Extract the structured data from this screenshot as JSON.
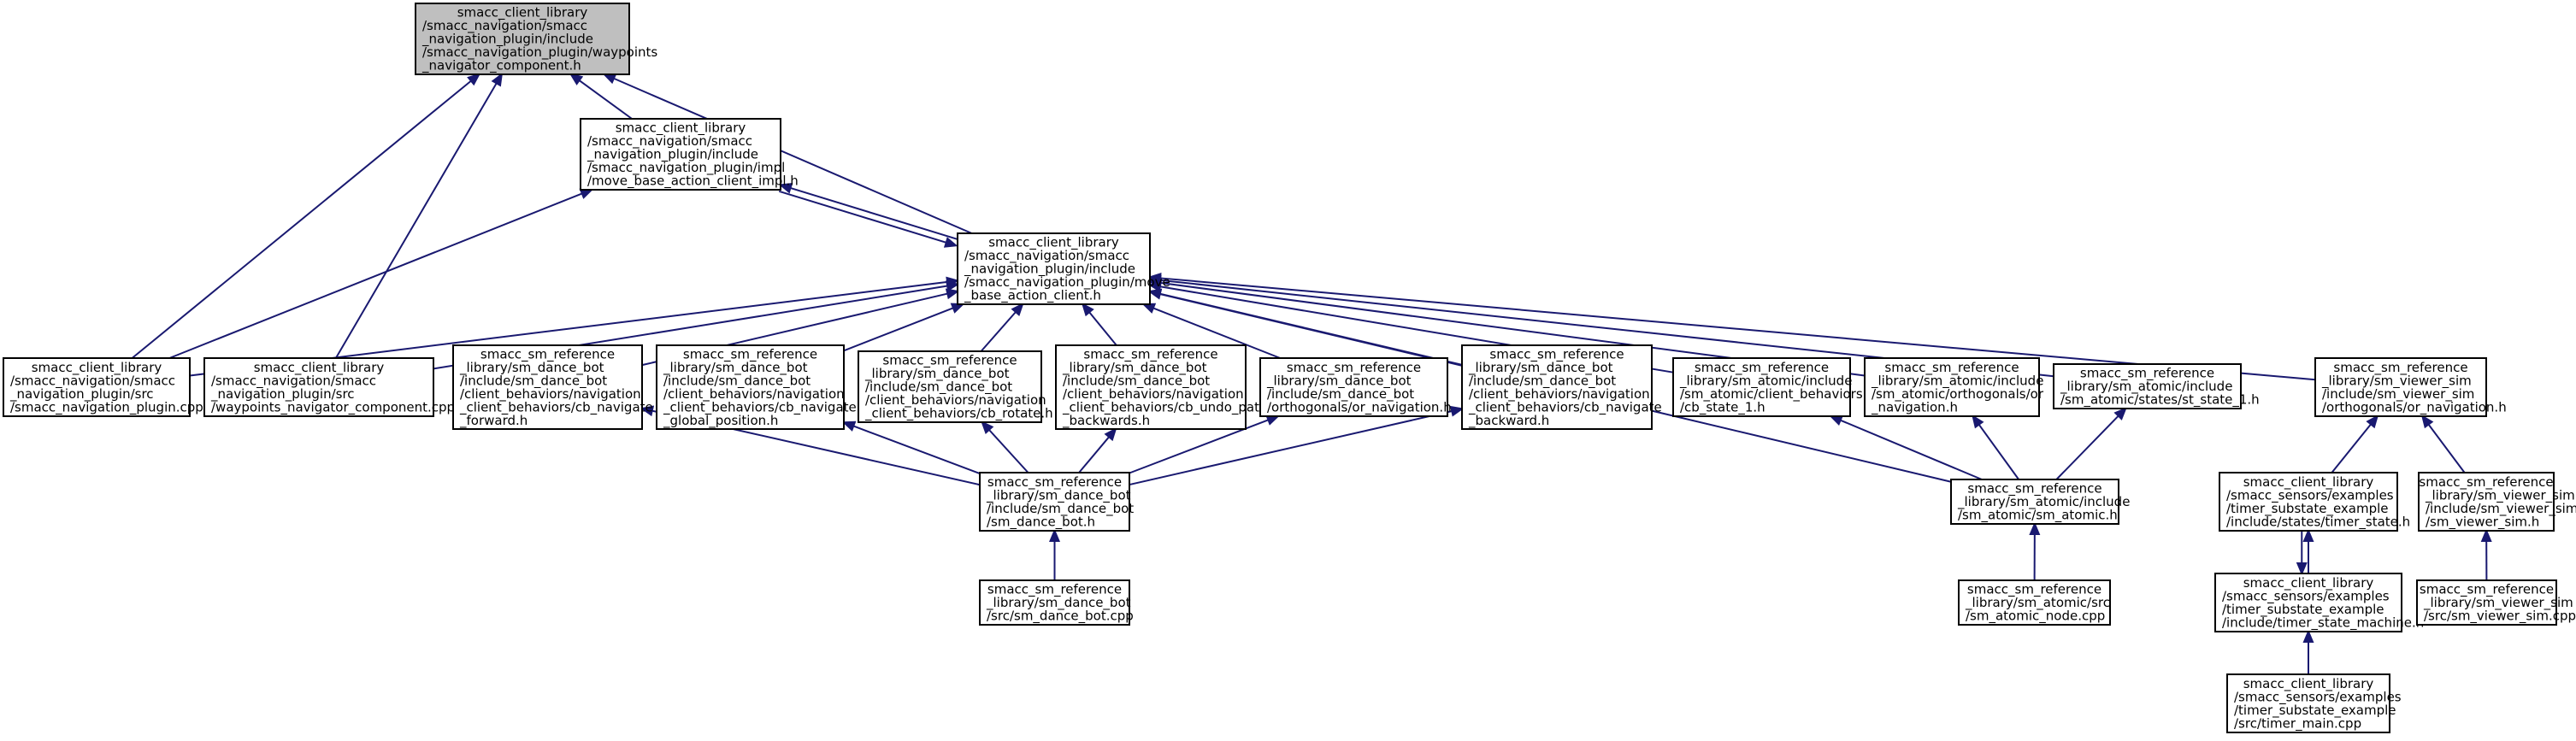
{
  "nodes": [
    {
      "id": "waypoints_navigator_component_h",
      "lines": [
        "smacc_client_library",
        "/smacc_navigation/smacc",
        "_navigation_plugin/include",
        "/smacc_navigation_plugin/waypoints",
        "_navigator_component.h"
      ]
    },
    {
      "id": "move_base_action_client_impl_h",
      "lines": [
        "smacc_client_library",
        "/smacc_navigation/smacc",
        "_navigation_plugin/include",
        "/smacc_navigation_plugin/impl",
        "/move_base_action_client_impl.h"
      ]
    },
    {
      "id": "move_base_action_client_h",
      "lines": [
        "smacc_client_library",
        "/smacc_navigation/smacc",
        "_navigation_plugin/include",
        "/smacc_navigation_plugin/move",
        "_base_action_client.h"
      ]
    },
    {
      "id": "smacc_navigation_plugin_cpp",
      "lines": [
        "smacc_client_library",
        "/smacc_navigation/smacc",
        "_navigation_plugin/src",
        "/smacc_navigation_plugin.cpp"
      ]
    },
    {
      "id": "waypoints_navigator_component_cpp",
      "lines": [
        "smacc_client_library",
        "/smacc_navigation/smacc",
        "_navigation_plugin/src",
        "/waypoints_navigator_component.cpp"
      ]
    },
    {
      "id": "cb_navigate_forward_h",
      "lines": [
        "smacc_sm_reference",
        "_library/sm_dance_bot",
        "/include/sm_dance_bot",
        "/client_behaviors/navigation",
        "_client_behaviors/cb_navigate",
        "_forward.h"
      ]
    },
    {
      "id": "cb_navigate_global_position_h",
      "lines": [
        "smacc_sm_reference",
        "_library/sm_dance_bot",
        "/include/sm_dance_bot",
        "/client_behaviors/navigation",
        "_client_behaviors/cb_navigate",
        "_global_position.h"
      ]
    },
    {
      "id": "cb_rotate_h",
      "lines": [
        "smacc_sm_reference",
        "_library/sm_dance_bot",
        "/include/sm_dance_bot",
        "/client_behaviors/navigation",
        "_client_behaviors/cb_rotate.h"
      ]
    },
    {
      "id": "cb_undo_path_backwards_h",
      "lines": [
        "smacc_sm_reference",
        "_library/sm_dance_bot",
        "/include/sm_dance_bot",
        "/client_behaviors/navigation",
        "_client_behaviors/cb_undo_path",
        "_backwards.h"
      ]
    },
    {
      "id": "dance_bot_or_navigation_h",
      "lines": [
        "smacc_sm_reference",
        "_library/sm_dance_bot",
        "/include/sm_dance_bot",
        "/orthogonals/or_navigation.h"
      ]
    },
    {
      "id": "cb_navigate_backward_h",
      "lines": [
        "smacc_sm_reference",
        "_library/sm_dance_bot",
        "/include/sm_dance_bot",
        "/client_behaviors/navigation",
        "_client_behaviors/cb_navigate",
        "_backward.h"
      ]
    },
    {
      "id": "cb_state_1_h",
      "lines": [
        "smacc_sm_reference",
        "_library/sm_atomic/include",
        "/sm_atomic/client_behaviors",
        "/cb_state_1.h"
      ]
    },
    {
      "id": "atomic_or_navigation_h",
      "lines": [
        "smacc_sm_reference",
        "_library/sm_atomic/include",
        "/sm_atomic/orthogonals/or",
        "_navigation.h"
      ]
    },
    {
      "id": "st_state_1_h",
      "lines": [
        "smacc_sm_reference",
        "_library/sm_atomic/include",
        "/sm_atomic/states/st_state_1.h"
      ]
    },
    {
      "id": "viewer_or_navigation_h",
      "lines": [
        "smacc_sm_reference",
        "_library/sm_viewer_sim",
        "/include/sm_viewer_sim",
        "/orthogonals/or_navigation.h"
      ]
    },
    {
      "id": "sm_dance_bot_h",
      "lines": [
        "smacc_sm_reference",
        "_library/sm_dance_bot",
        "/include/sm_dance_bot",
        "/sm_dance_bot.h"
      ]
    },
    {
      "id": "sm_atomic_h",
      "lines": [
        "smacc_sm_reference",
        "_library/sm_atomic/include",
        "/sm_atomic/sm_atomic.h"
      ]
    },
    {
      "id": "timer_state_h",
      "lines": [
        "smacc_client_library",
        "/smacc_sensors/examples",
        "/timer_substate_example",
        "/include/states/timer_state.h"
      ]
    },
    {
      "id": "sm_viewer_sim_h",
      "lines": [
        "smacc_sm_reference",
        "_library/sm_viewer_sim",
        "/include/sm_viewer_sim",
        "/sm_viewer_sim.h"
      ]
    },
    {
      "id": "sm_dance_bot_cpp",
      "lines": [
        "smacc_sm_reference",
        "_library/sm_dance_bot",
        "/src/sm_dance_bot.cpp"
      ]
    },
    {
      "id": "sm_atomic_node_cpp",
      "lines": [
        "smacc_sm_reference",
        "_library/sm_atomic/src",
        "/sm_atomic_node.cpp"
      ]
    },
    {
      "id": "timer_state_machine_h",
      "lines": [
        "smacc_client_library",
        "/smacc_sensors/examples",
        "/timer_substate_example",
        "/include/timer_state_machine.h"
      ]
    },
    {
      "id": "sm_viewer_sim_cpp",
      "lines": [
        "smacc_sm_reference",
        "_library/sm_viewer_sim",
        "/src/sm_viewer_sim.cpp"
      ]
    },
    {
      "id": "timer_main_cpp",
      "lines": [
        "smacc_client_library",
        "/smacc_sensors/examples",
        "/timer_substate_example",
        "/src/timer_main.cpp"
      ]
    }
  ],
  "edges": [
    {
      "from": "move_base_action_client_impl_h",
      "to": "waypoints_navigator_component_h"
    },
    {
      "from": "move_base_action_client_h",
      "to": "waypoints_navigator_component_h"
    },
    {
      "from": "smacc_navigation_plugin_cpp",
      "to": "waypoints_navigator_component_h"
    },
    {
      "from": "waypoints_navigator_component_cpp",
      "to": "waypoints_navigator_component_h"
    },
    {
      "from": "move_base_action_client_h",
      "to": "move_base_action_client_impl_h"
    },
    {
      "from": "move_base_action_client_impl_h",
      "to": "move_base_action_client_h"
    },
    {
      "from": "smacc_navigation_plugin_cpp",
      "to": "move_base_action_client_impl_h"
    },
    {
      "from": "smacc_navigation_plugin_cpp",
      "to": "move_base_action_client_h"
    },
    {
      "from": "waypoints_navigator_component_cpp",
      "to": "move_base_action_client_h"
    },
    {
      "from": "cb_navigate_forward_h",
      "to": "move_base_action_client_h"
    },
    {
      "from": "cb_navigate_global_position_h",
      "to": "move_base_action_client_h"
    },
    {
      "from": "cb_rotate_h",
      "to": "move_base_action_client_h"
    },
    {
      "from": "cb_undo_path_backwards_h",
      "to": "move_base_action_client_h"
    },
    {
      "from": "dance_bot_or_navigation_h",
      "to": "move_base_action_client_h"
    },
    {
      "from": "cb_navigate_backward_h",
      "to": "move_base_action_client_h"
    },
    {
      "from": "cb_state_1_h",
      "to": "move_base_action_client_h"
    },
    {
      "from": "atomic_or_navigation_h",
      "to": "move_base_action_client_h"
    },
    {
      "from": "st_state_1_h",
      "to": "move_base_action_client_h"
    },
    {
      "from": "viewer_or_navigation_h",
      "to": "move_base_action_client_h"
    },
    {
      "from": "sm_atomic_h",
      "to": "move_base_action_client_h"
    },
    {
      "from": "sm_dance_bot_h",
      "to": "cb_navigate_forward_h"
    },
    {
      "from": "sm_dance_bot_h",
      "to": "cb_navigate_global_position_h"
    },
    {
      "from": "sm_dance_bot_h",
      "to": "cb_rotate_h"
    },
    {
      "from": "sm_dance_bot_h",
      "to": "cb_undo_path_backwards_h"
    },
    {
      "from": "sm_dance_bot_h",
      "to": "dance_bot_or_navigation_h"
    },
    {
      "from": "sm_dance_bot_h",
      "to": "cb_navigate_backward_h"
    },
    {
      "from": "sm_dance_bot_cpp",
      "to": "sm_dance_bot_h"
    },
    {
      "from": "sm_atomic_h",
      "to": "cb_state_1_h"
    },
    {
      "from": "sm_atomic_h",
      "to": "atomic_or_navigation_h"
    },
    {
      "from": "sm_atomic_h",
      "to": "st_state_1_h"
    },
    {
      "from": "sm_atomic_node_cpp",
      "to": "sm_atomic_h"
    },
    {
      "from": "timer_state_h",
      "to": "viewer_or_navigation_h"
    },
    {
      "from": "sm_viewer_sim_h",
      "to": "viewer_or_navigation_h"
    },
    {
      "from": "timer_state_machine_h",
      "to": "timer_state_h"
    },
    {
      "from": "timer_state_h",
      "to": "timer_state_machine_h"
    },
    {
      "from": "timer_main_cpp",
      "to": "timer_state_machine_h"
    },
    {
      "from": "sm_viewer_sim_cpp",
      "to": "sm_viewer_sim_h"
    }
  ]
}
